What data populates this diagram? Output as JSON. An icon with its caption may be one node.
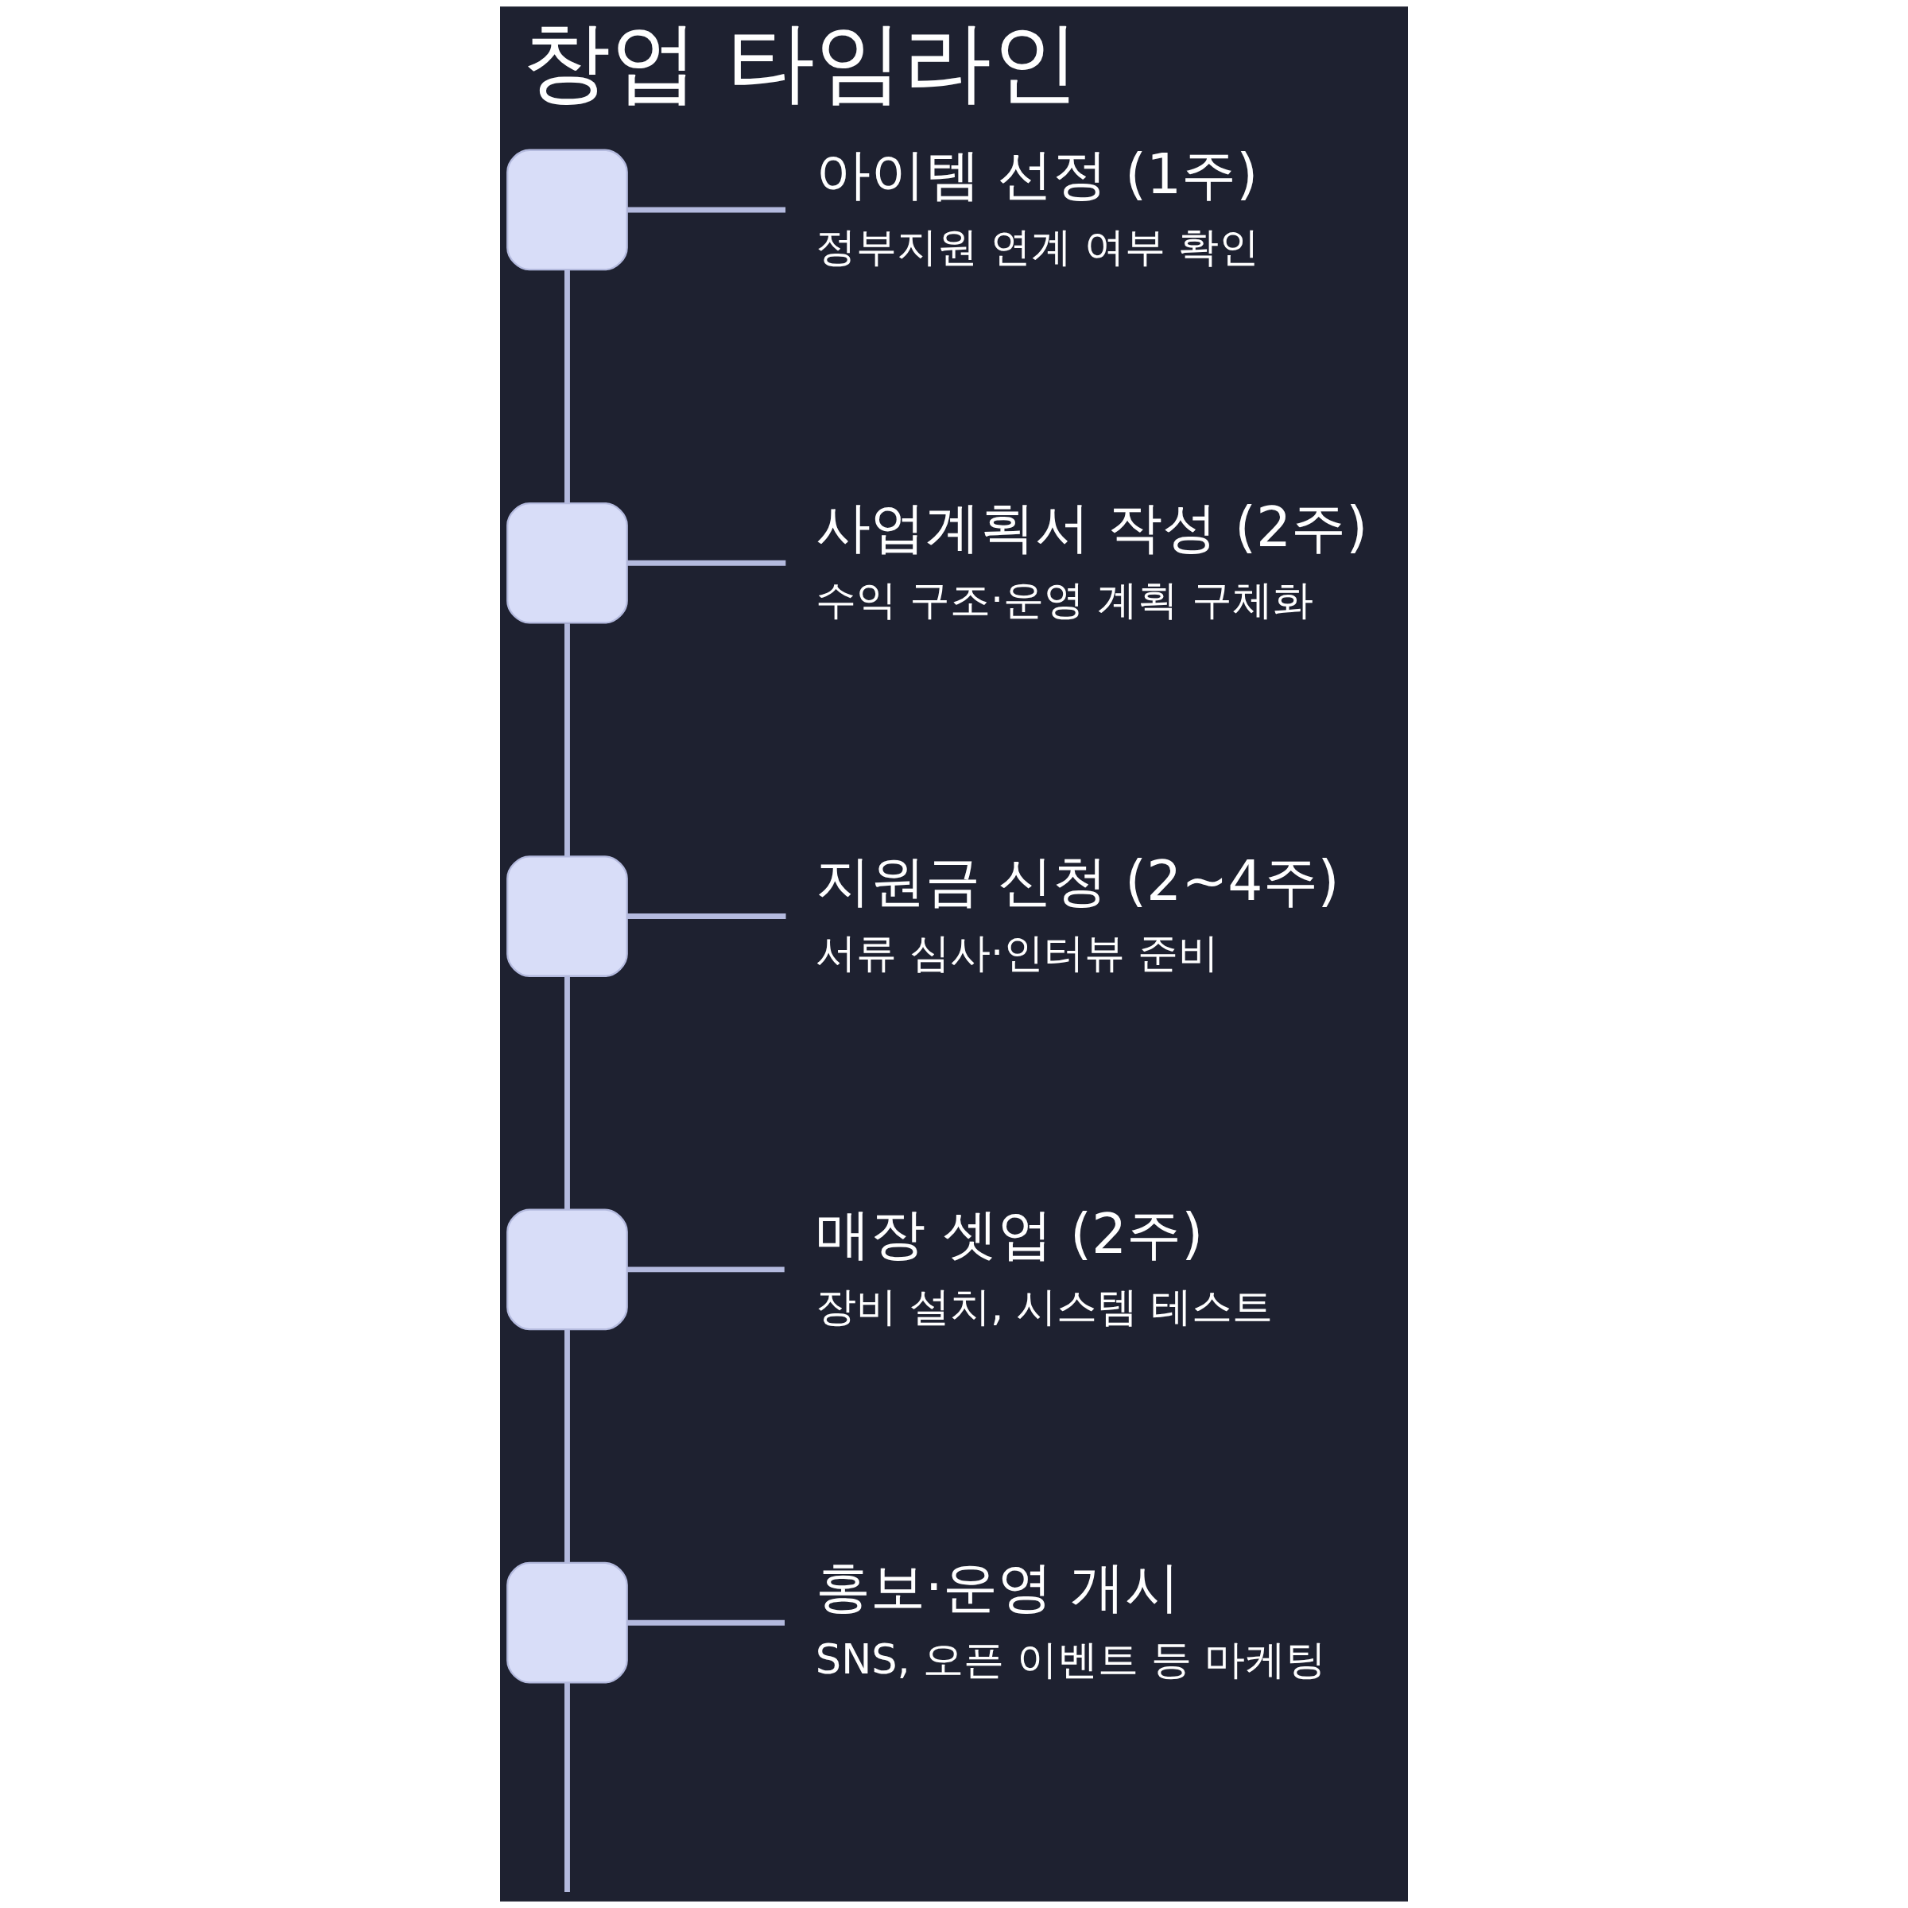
{
  "diagram": {
    "title": "창업 타임라인",
    "nodes": [
      {
        "text": [],
        "shape": "box"
      },
      {
        "text": [
          "아이템 선정 (1주)",
          "정부지원 연계 여부 확인"
        ]
      },
      {
        "text": [],
        "shape": "box"
      },
      {
        "text": [
          "사업계획서 작성 (2주)",
          "수익 구조·운영 계획 구체화"
        ]
      },
      {
        "text": [],
        "shape": "box"
      },
      {
        "text": [
          "지원금 신청 (2~4주)",
          "서류 심사·인터뷰 준비"
        ]
      },
      {
        "text": [],
        "shape": "box"
      },
      {
        "text": [
          "매장 셋업 (2주)",
          "장비 설치, 시스템 테스트"
        ]
      },
      {
        "text": [],
        "shape": "box"
      },
      {
        "text": [
          "홍보·운영 개시",
          "SNS, 오픈 이벤트 등 마케팅"
        ]
      }
    ],
    "edges": [
      {
        "from": 0,
        "to": 1,
        "arrow": "none"
      },
      {
        "from": 0,
        "to": 2,
        "arrow": "none"
      },
      {
        "from": 2,
        "to": 3,
        "arrow": "none"
      },
      {
        "from": 2,
        "to": 4,
        "arrow": "none"
      },
      {
        "from": 4,
        "to": 5,
        "arrow": "none"
      },
      {
        "from": 4,
        "to": 6,
        "arrow": "none"
      },
      {
        "from": 6,
        "to": 7,
        "arrow": "none"
      },
      {
        "from": 6,
        "to": 8,
        "arrow": "none"
      },
      {
        "from": 8,
        "to": 9,
        "arrow": "none"
      },
      {
        "from": 8,
        "to": null,
        "arrow": "none"
      }
    ]
  }
}
